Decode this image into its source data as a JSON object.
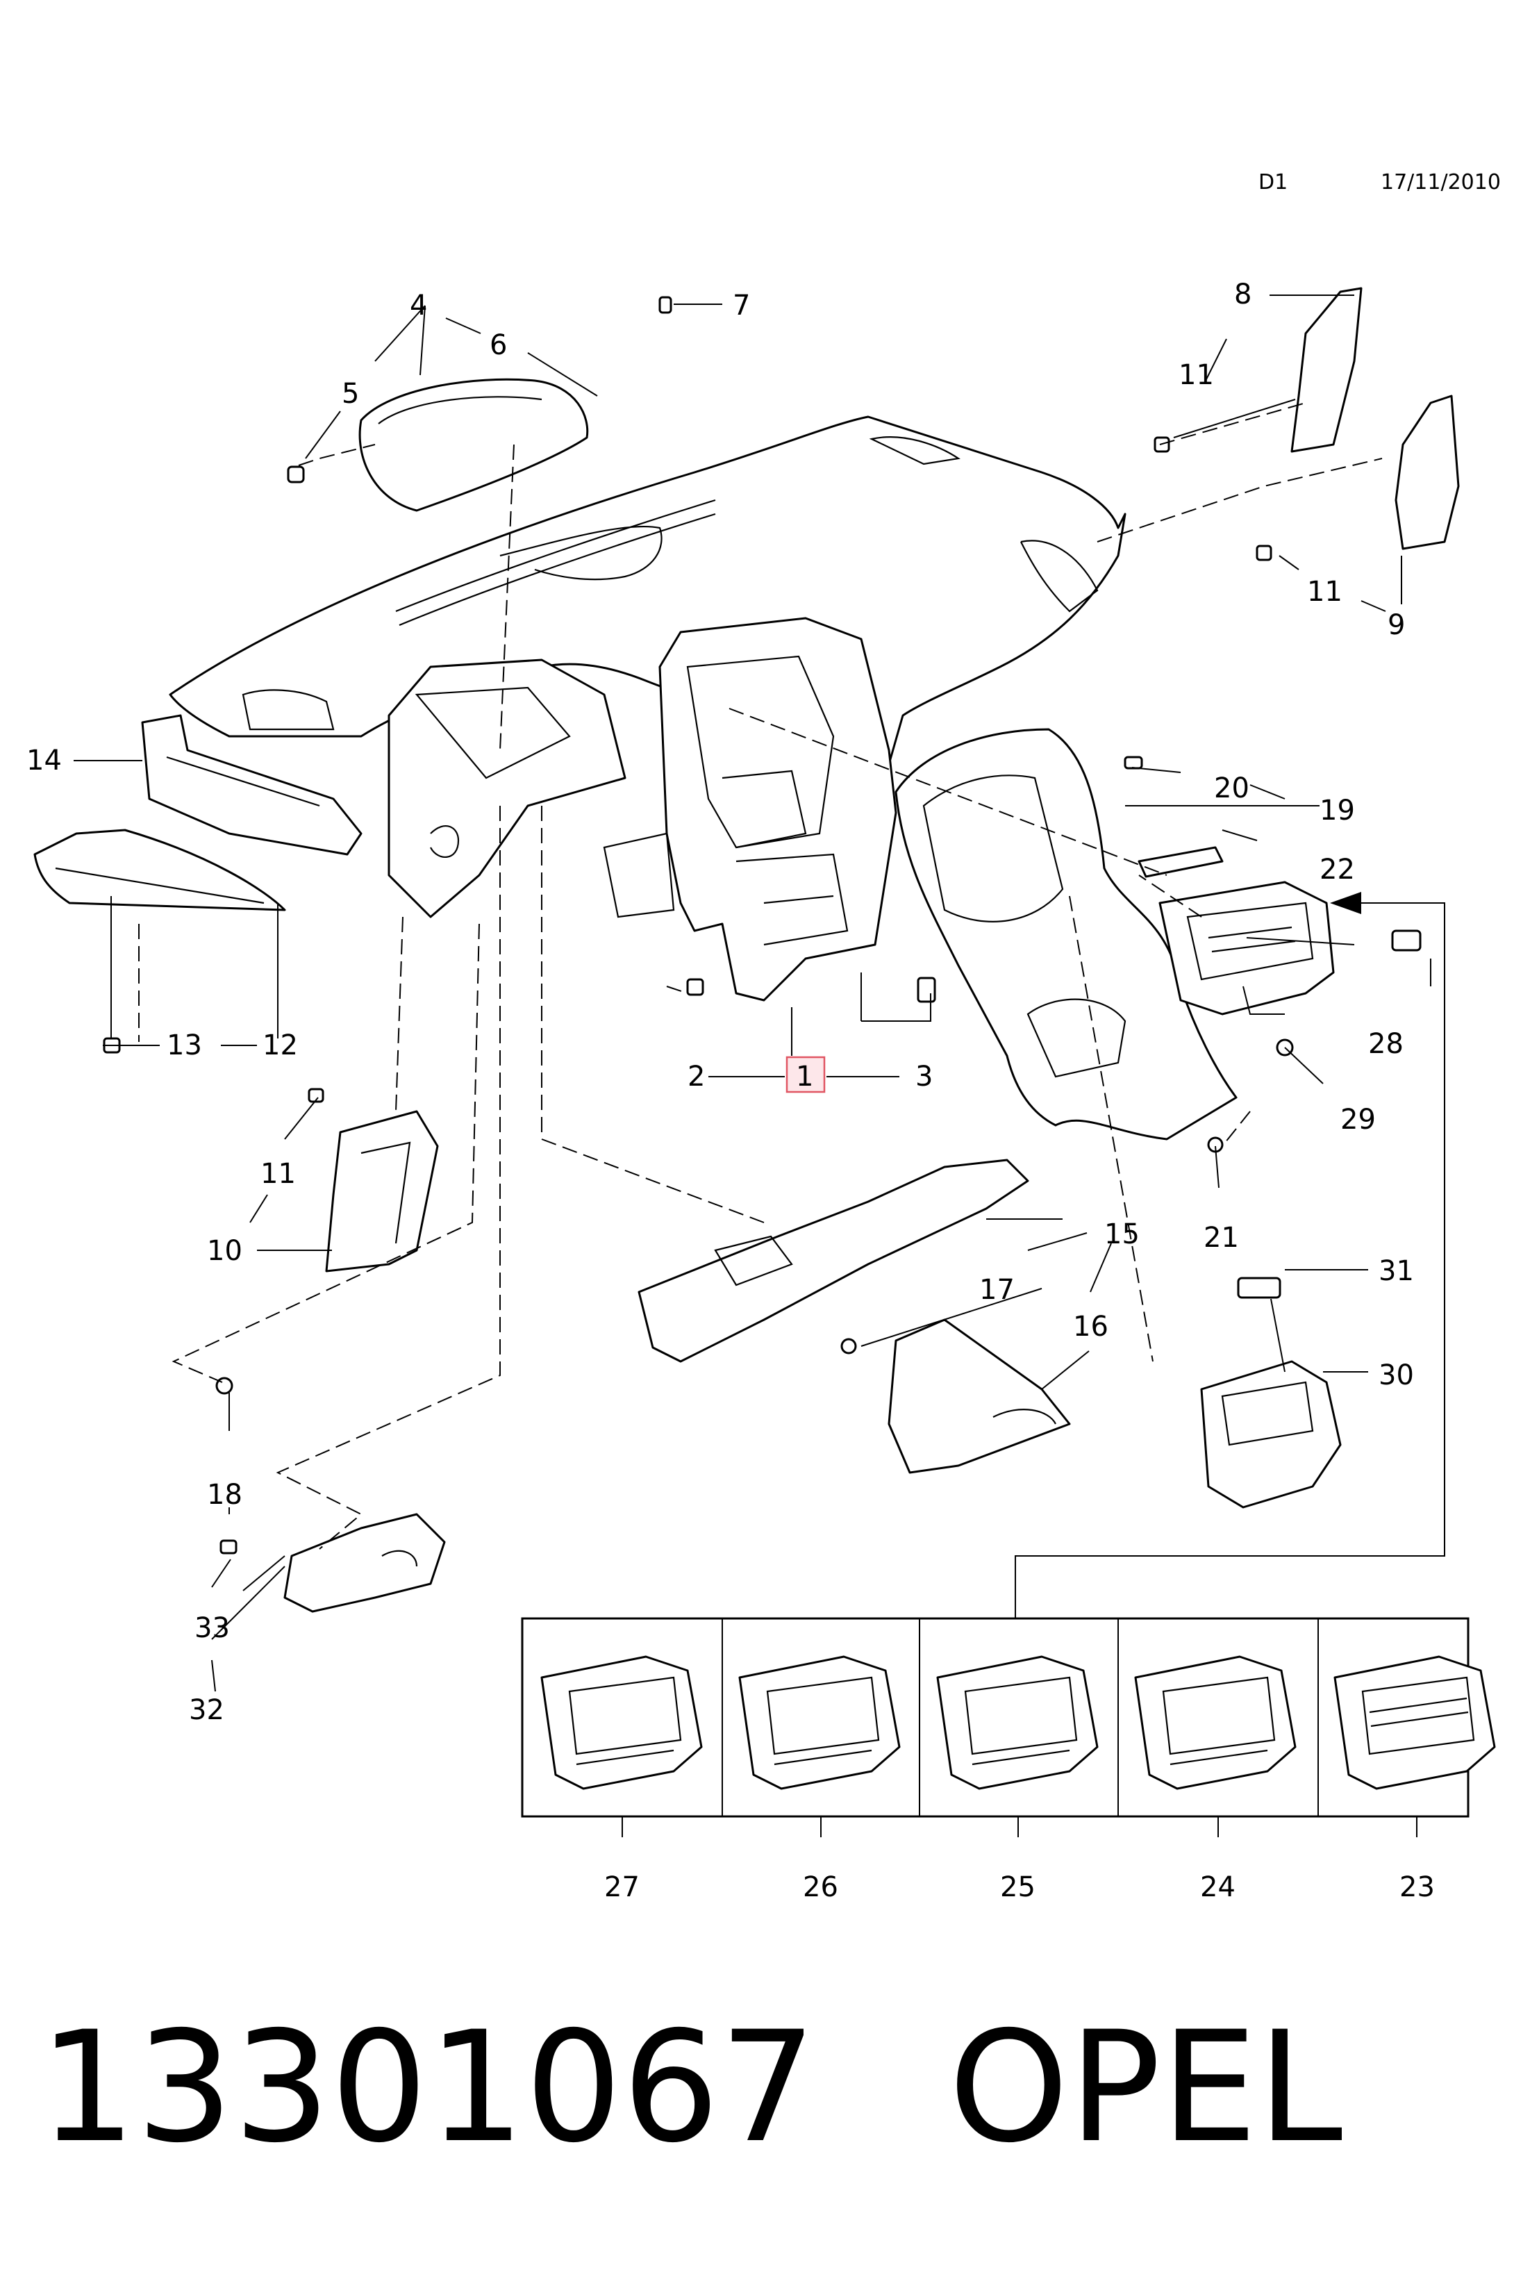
{
  "header": {
    "code": "D1",
    "date": "17/11/2010"
  },
  "callouts": {
    "c1": "1",
    "c2": "2",
    "c3": "3",
    "c4": "4",
    "c5": "5",
    "c6": "6",
    "c7": "7",
    "c8": "8",
    "c9": "9",
    "c10": "10",
    "c11a": "11",
    "c11b": "11",
    "c11c": "11",
    "c12": "12",
    "c13": "13",
    "c14": "14",
    "c15": "15",
    "c16": "16",
    "c17": "17",
    "c18": "18",
    "c19": "19",
    "c20": "20",
    "c21": "21",
    "c22": "22",
    "c23": "23",
    "c24": "24",
    "c25": "25",
    "c26": "26",
    "c27": "27",
    "c28": "28",
    "c29": "29",
    "c30": "30",
    "c31": "31",
    "c32": "32",
    "c33": "33"
  },
  "highlighted_callout": "1",
  "caption": {
    "part_number": "13301067",
    "brand": "OPEL"
  }
}
